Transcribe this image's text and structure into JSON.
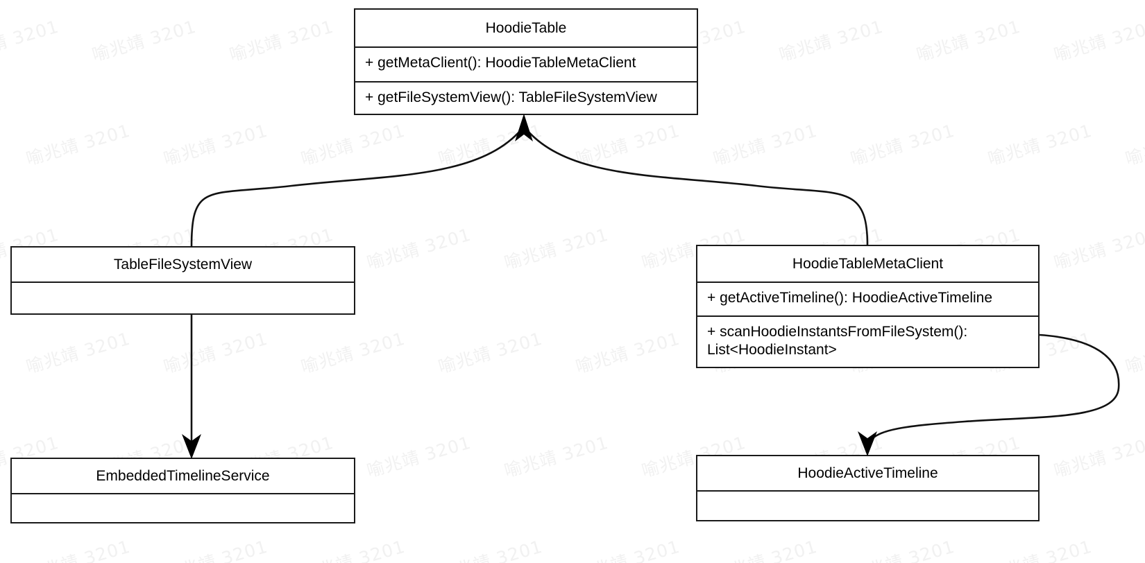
{
  "diagram": {
    "type": "uml-class-diagram",
    "background": "#ffffff",
    "line_color": "#1a1a1a",
    "text_color": "#000000",
    "watermark": {
      "text": "喻兆靖 3201",
      "color": "#f1f1f1",
      "rotation_deg": -16
    },
    "classes": [
      {
        "id": "hoodie-table",
        "name": "HoodieTable",
        "members": [
          "+ getMetaClient(): HoodieTableMetaClient",
          "+ getFileSystemView(): TableFileSystemView"
        ]
      },
      {
        "id": "table-file-system-view",
        "name": "TableFileSystemView",
        "members": []
      },
      {
        "id": "hoodie-table-meta-client",
        "name": "HoodieTableMetaClient",
        "members": [
          "+ getActiveTimeline(): HoodieActiveTimeline",
          "+ scanHoodieInstantsFromFileSystem():\nList<HoodieInstant>"
        ]
      },
      {
        "id": "embedded-timeline-service",
        "name": "EmbeddedTimelineService",
        "members": []
      },
      {
        "id": "hoodie-active-timeline",
        "name": "HoodieActiveTimeline",
        "members": []
      }
    ],
    "relations": [
      {
        "id": "rel-tfsv-to-hoodietable",
        "from": "TableFileSystemView",
        "to": "HoodieTable",
        "style": "curved",
        "arrow": "filled-triangle"
      },
      {
        "id": "rel-htmc-to-hoodietable",
        "from": "HoodieTableMetaClient",
        "to": "HoodieTable",
        "style": "curved",
        "arrow": "filled-triangle"
      },
      {
        "id": "rel-tfsv-to-ets",
        "from": "TableFileSystemView",
        "to": "EmbeddedTimelineService",
        "style": "straight",
        "arrow": "filled-triangle"
      },
      {
        "id": "rel-htmc-to-hat",
        "from": "HoodieTableMetaClient",
        "to": "HoodieActiveTimeline",
        "style": "curved",
        "arrow": "filled-triangle"
      }
    ]
  }
}
